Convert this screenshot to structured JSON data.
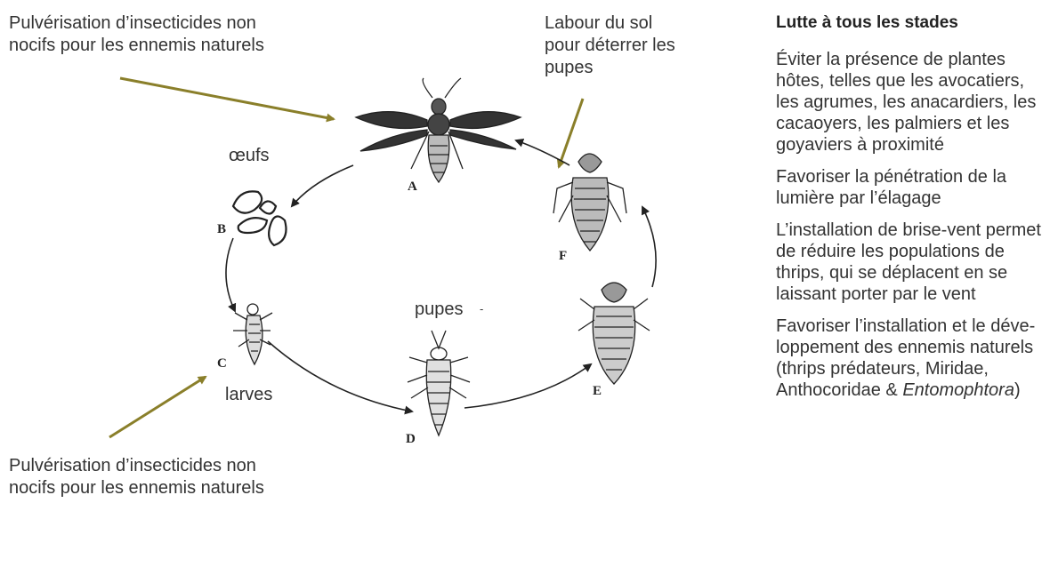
{
  "annotations": {
    "spray_top": "Pulvérisation d’insecticides non nocifs pour les ennemis naturels",
    "plowing": "Labour du sol pour déterrer les pupes",
    "spray_bottom": "Pulvérisation d’insecticides non nocifs pour les ennemis naturels"
  },
  "stage_names": {
    "eggs": "œufs",
    "larvae": "larves",
    "pupae": "pupes"
  },
  "stage_letters": {
    "A": "A",
    "B": "B",
    "C": "C",
    "D": "D",
    "E": "E",
    "F": "F"
  },
  "sidebar": {
    "title": "Lutte à tous les stades",
    "p1": "Éviter la présence de plantes hôtes, telles que les avocatiers, les agrumes, les anacardiers, les cacaoyers, les palmiers et les goyaviers à proximité",
    "p2": "Favoriser la pénétration de la lumière par l’élagage",
    "p3": "L’installation de brise-vent permet de réduire les populations de thrips, qui se déplacent en se laissant porter par le vent",
    "p4_main": "Favoriser l’installation et le déve- loppement des ennemis naturels (thrips prédateurs, Miridae, Anthocoridae & ",
    "p4_italic": "Entomophtora",
    "p4_end": ")"
  },
  "colors": {
    "annotation_arrow": "#8a7f2a",
    "cycle_arrow": "#222222",
    "text": "#333333"
  }
}
